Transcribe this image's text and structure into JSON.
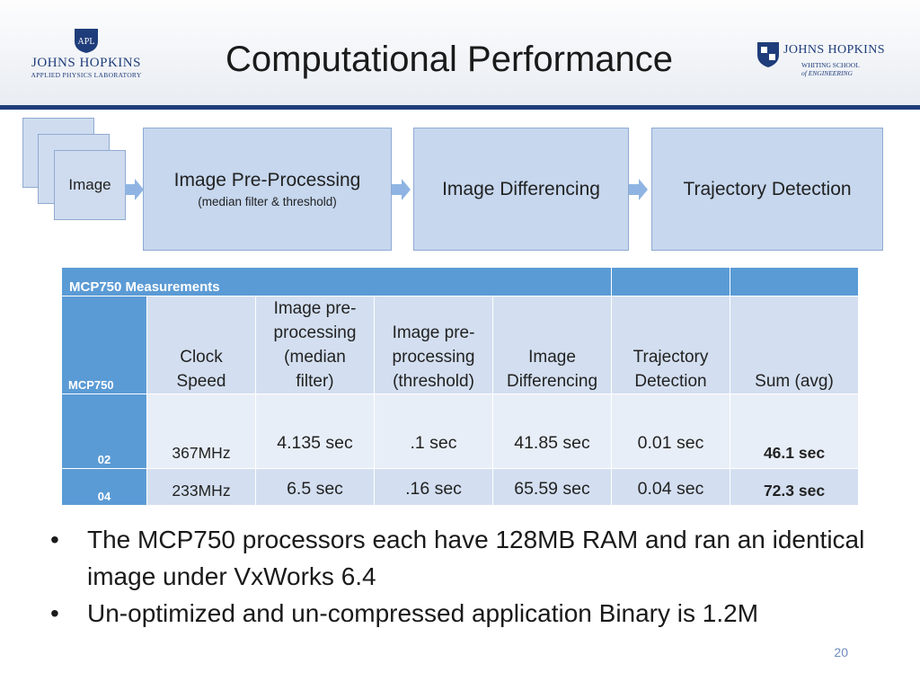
{
  "header": {
    "title": "Computational Performance",
    "logo_left": {
      "name": "Johns Hopkins",
      "subtitle": "APPLIED PHYSICS LABORATORY",
      "mark": "APL",
      "icon": "apl-shield-icon"
    },
    "logo_right": {
      "name": "Johns Hopkins",
      "line1": "WHITING SCHOOL",
      "line2": "of ENGINEERING",
      "icon": "jhu-shield-icon"
    },
    "rule_color": "#1f3d7a"
  },
  "pipeline": {
    "input_label": "Image",
    "stages": [
      {
        "label": "Image Pre-Processing",
        "note": "(median filter & threshold)"
      },
      {
        "label": "Image Differencing"
      },
      {
        "label": "Trajectory Detection"
      }
    ],
    "box_color": "#c6d7ee",
    "arrow_color": "#8fb4e3"
  },
  "table": {
    "caption": "MCP750 Measurements",
    "header_color": "#5b9bd5",
    "columns": [
      {
        "label": "MCP750"
      },
      {
        "label": "Clock Speed",
        "lines": [
          "Clock",
          "Speed"
        ]
      },
      {
        "label": "Image pre-processing (median filter)",
        "lines": [
          "Image pre-",
          "processing",
          "(median",
          "filter)"
        ]
      },
      {
        "label": "Image pre-processing (threshold)",
        "lines": [
          "Image pre-",
          "processing",
          "(threshold)"
        ]
      },
      {
        "label": "Image Differencing",
        "lines": [
          "Image",
          "Differencing"
        ]
      },
      {
        "label": "Trajectory Detection",
        "lines": [
          "Trajectory",
          "Detection"
        ]
      },
      {
        "label": "Sum (avg)",
        "lines": [
          "Sum (avg)"
        ]
      }
    ],
    "rows": [
      {
        "label": "02",
        "clock": "367MHz",
        "median": "4.135 sec",
        "threshold": ".1 sec",
        "differencing": "41.85 sec",
        "trajectory": "0.01 sec",
        "sum": "46.1 sec"
      },
      {
        "label": "04",
        "clock": "233MHz",
        "median": "6.5 sec",
        "threshold": ".16 sec",
        "differencing": "65.59 sec",
        "trajectory": "0.04 sec",
        "sum": "72.3 sec"
      }
    ]
  },
  "bullets": [
    "The MCP750 processors each have 128MB RAM and ran an identical image under VxWorks 6.4",
    "Un-optimized and un-compressed application Binary is 1.2M"
  ],
  "page_number": "20"
}
